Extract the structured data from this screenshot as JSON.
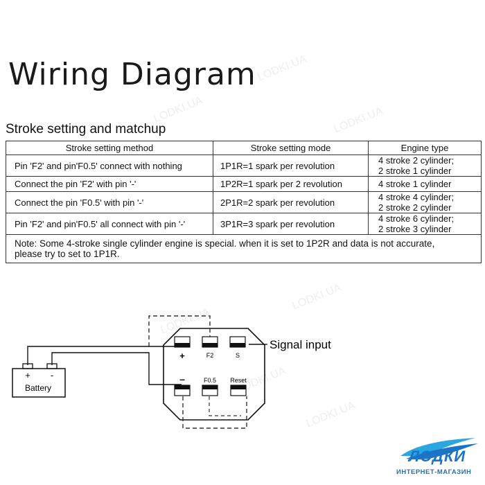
{
  "title": "Wiring  Diagram",
  "section_title": "Stroke setting and matchup",
  "table": {
    "headers": [
      "Stroke setting method",
      "Stroke setting mode",
      "Engine type"
    ],
    "rows": [
      {
        "method": "Pin 'F2' and pin'F0.5' connect with nothing",
        "mode": "1P1R=1 spark per revolution",
        "engine": [
          "4 stroke 2 cylinder;",
          "2 stroke 1 cylinder"
        ]
      },
      {
        "method": "Connect the pin 'F2' with pin '-'",
        "mode": "1P2R=1 spark per 2 revolution",
        "engine": [
          "4 stroke 1 cylinder"
        ]
      },
      {
        "method": "Connect the pin 'F0.5' with pin '-'",
        "mode": "2P1R=2 spark per revolution",
        "engine": [
          "4 stroke 4 cylinder;",
          "2 stroke 2 cylinder"
        ]
      },
      {
        "method": "Pin 'F2' and pin'F0.5' all connect with pin '-'",
        "mode": "3P1R=3 spark per revolution",
        "engine": [
          "4 stroke 6 cylinder;",
          "2 stroke 3 cylinder"
        ]
      }
    ],
    "note": [
      "Note: Some 4-stroke single cylinder engine is special. when it is set to 1P2R and data is not accurate,",
      "please try to set to 1P1R."
    ]
  },
  "diagram": {
    "signal_input": "Signal input",
    "battery": {
      "label": "Battery",
      "plus": "+",
      "minus": "-"
    },
    "pins": {
      "plus": "+",
      "f2": "F2",
      "s": "S",
      "minus": "–",
      "f05": "F0.5",
      "reset": "Reset"
    }
  },
  "watermark": "LODKI.UA",
  "logo": {
    "name": "ЛОДКИ",
    "subtitle": "ИНТЕРНЕТ-МАГАЗИН",
    "color": "#1b74c8"
  }
}
